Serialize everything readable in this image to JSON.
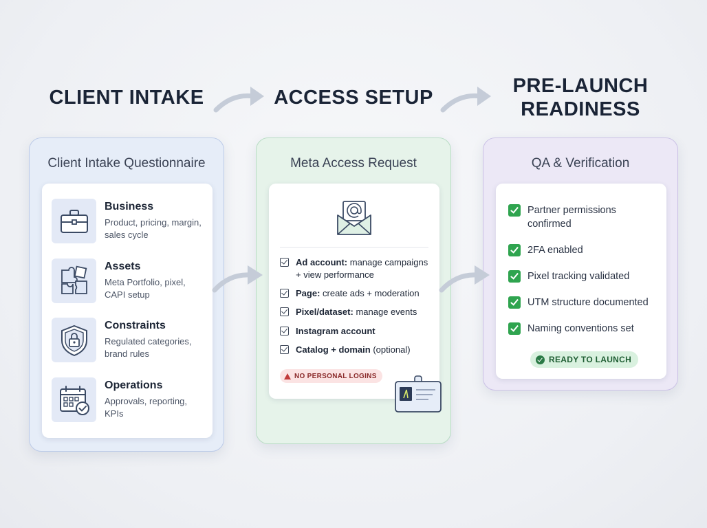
{
  "stages": [
    {
      "title": "CLIENT INTAKE"
    },
    {
      "title": "ACCESS SETUP"
    },
    {
      "title": "PRE-LAUNCH READINESS"
    }
  ],
  "intake": {
    "heading": "Client Intake Questionnaire",
    "items": [
      {
        "name": "Business",
        "desc": "Product, pricing, margin, sales cycle",
        "icon": "briefcase-icon"
      },
      {
        "name": "Assets",
        "desc": "Meta Portfolio, pixel, CAPI setup",
        "icon": "puzzle-icon"
      },
      {
        "name": "Constraints",
        "desc": "Regulated categories, brand rules",
        "icon": "shield-lock-icon"
      },
      {
        "name": "Operations",
        "desc": "Approvals, reporting, KPIs",
        "icon": "calendar-check-icon"
      }
    ]
  },
  "access": {
    "heading": "Meta Access Request",
    "icon": "envelope-at-icon",
    "items": [
      {
        "bold": "Ad account:",
        "rest": " manage campaigns + view performance"
      },
      {
        "bold": "Page:",
        "rest": " create ads + moderation"
      },
      {
        "bold": "Pixel/dataset:",
        "rest": " manage events"
      },
      {
        "bold": "Instagram account",
        "rest": ""
      },
      {
        "bold": "Catalog + domain",
        "rest": " (optional)"
      }
    ],
    "warning": "NO PERSONAL LOGINS",
    "badge_icon": "id-badge-icon"
  },
  "qa": {
    "heading": "QA & Verification",
    "items": [
      "Partner permissions confirmed",
      "2FA enabled",
      "Pixel tracking validated",
      "UTM structure documented",
      "Naming conventions set"
    ],
    "status": "READY TO LAUNCH"
  },
  "colors": {
    "intake_panel": "#e6edf8",
    "access_panel": "#e6f3ea",
    "qa_panel": "#ece8f6",
    "check_green": "#2fa44f",
    "warning_red": "#c13a3a"
  }
}
